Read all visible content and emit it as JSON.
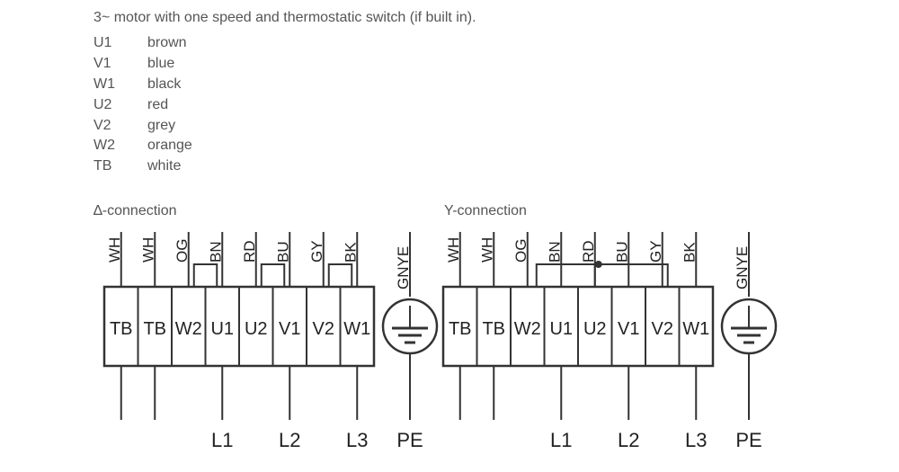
{
  "title": "3~ motor with one speed and thermostatic switch (if built in).",
  "legend": [
    {
      "code": "U1",
      "color": "brown"
    },
    {
      "code": "V1",
      "color": "blue"
    },
    {
      "code": "W1",
      "color": "black"
    },
    {
      "code": "U2",
      "color": "red"
    },
    {
      "code": "V2",
      "color": "grey"
    },
    {
      "code": "W2",
      "color": "orange"
    },
    {
      "code": "TB",
      "color": "white"
    }
  ],
  "delta": {
    "title": "∆-connection",
    "terminals": [
      "TB",
      "TB",
      "W2",
      "U1",
      "U2",
      "V1",
      "V2",
      "W1"
    ],
    "wires": [
      "WH",
      "WH",
      "OG",
      "BN",
      "RD",
      "BU",
      "GY",
      "BK"
    ],
    "ground_wire": "GNYE",
    "lines": [
      "L1",
      "L2",
      "L3",
      "PE"
    ]
  },
  "star": {
    "title": "Y-connection",
    "terminals": [
      "TB",
      "TB",
      "W2",
      "U1",
      "U2",
      "V1",
      "V2",
      "W1"
    ],
    "wires": [
      "WH",
      "WH",
      "OG",
      "BN",
      "RD",
      "BU",
      "GY",
      "BK"
    ],
    "ground_wire": "GNYE",
    "lines": [
      "L1",
      "L2",
      "L3",
      "PE"
    ]
  }
}
